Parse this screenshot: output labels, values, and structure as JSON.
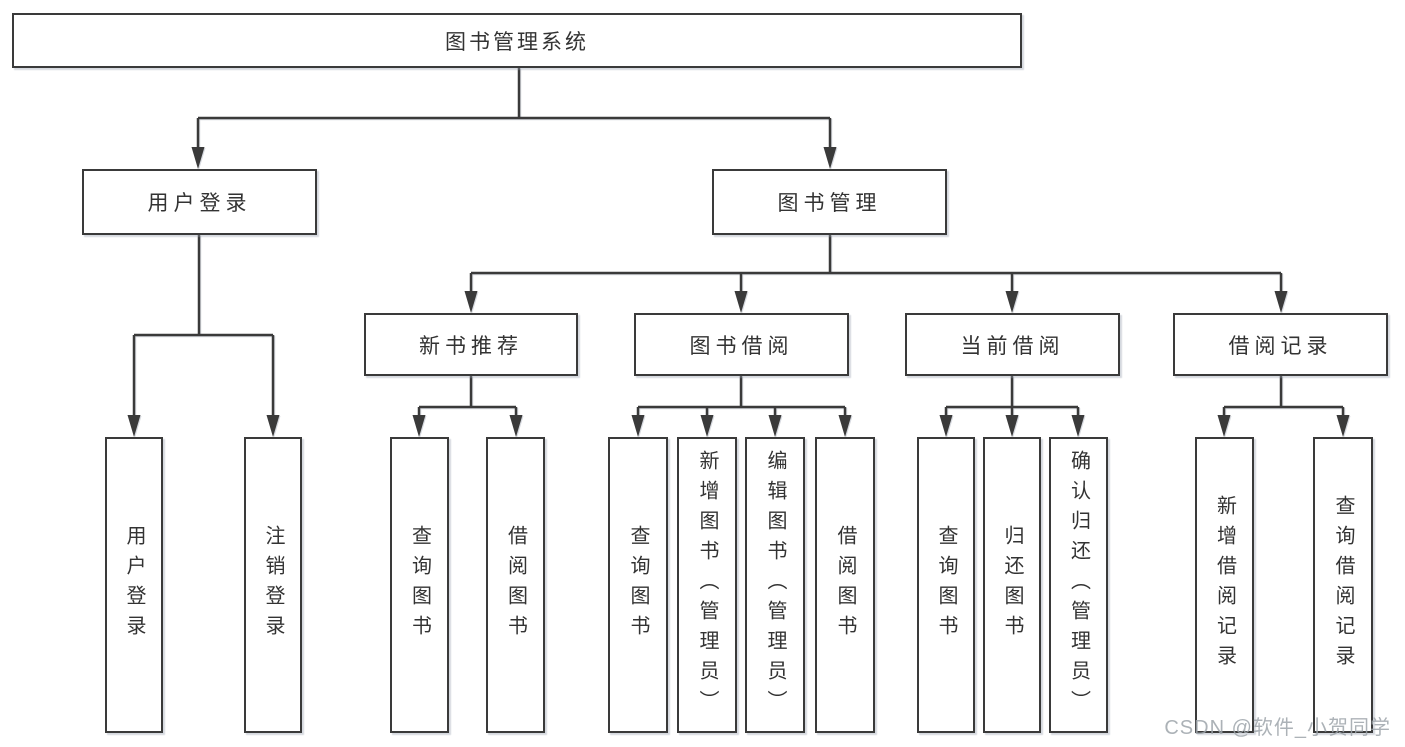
{
  "tree": {
    "label": "图书管理系统",
    "children": [
      {
        "label": "用户登录",
        "children": [
          {
            "label": "用户登录"
          },
          {
            "label": "注销登录"
          }
        ]
      },
      {
        "label": "图书管理",
        "children": [
          {
            "label": "新书推荐",
            "children": [
              {
                "label": "查询图书"
              },
              {
                "label": "借阅图书"
              }
            ]
          },
          {
            "label": "图书借阅",
            "children": [
              {
                "label": "查询图书"
              },
              {
                "label": "新增图书（管理员）"
              },
              {
                "label": "编辑图书（管理员）"
              },
              {
                "label": "借阅图书"
              }
            ]
          },
          {
            "label": "当前借阅",
            "children": [
              {
                "label": "查询图书"
              },
              {
                "label": "归还图书"
              },
              {
                "label": "确认归还（管理员）"
              }
            ]
          },
          {
            "label": "借阅记录",
            "children": [
              {
                "label": "新增借阅记录"
              },
              {
                "label": "查询借阅记录"
              }
            ]
          }
        ]
      }
    ]
  },
  "watermark": {
    "text": "CSDN @软件_小贺同学"
  },
  "colors": {
    "line": "#3a3a3a",
    "box_border": "#3a3a3a",
    "text": "#333333",
    "background": "#ffffff",
    "watermark": "#9ea4aa"
  }
}
